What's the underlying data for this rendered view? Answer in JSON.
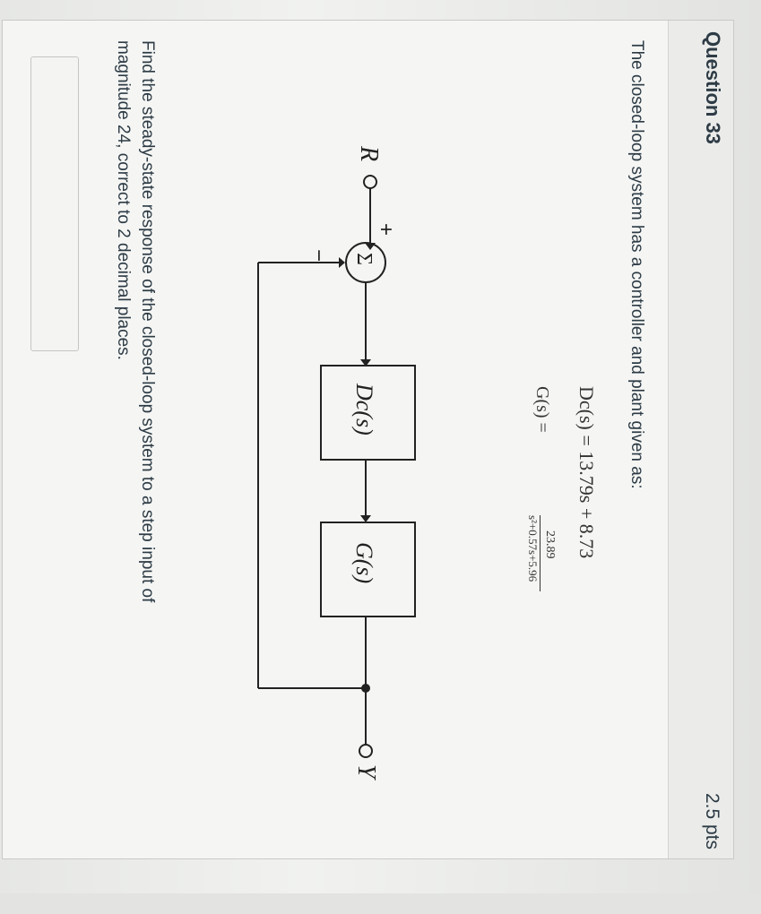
{
  "question": {
    "title": "Question 33",
    "points": "2.5 pts",
    "intro": "The closed-loop system has a controller and plant given as:",
    "dc_equation": "Dc(s) = 13.79s + 8.73",
    "g_lhs": "G(s) =",
    "g_numerator": "23.89",
    "g_denominator": "s²+0.57s+5.96",
    "prompt_line1": "Find the steady-state response of the closed-loop system to a step input of",
    "prompt_line2": "magnitude 24, correct to 2 decimal places.",
    "answer_value": ""
  },
  "diagram": {
    "input_label": "R",
    "output_label": "Y",
    "sum_symbol": "Σ",
    "plus_sign": "+",
    "minus_sign": "−",
    "controller_label": "Dc(s)",
    "plant_label": "G(s)"
  }
}
